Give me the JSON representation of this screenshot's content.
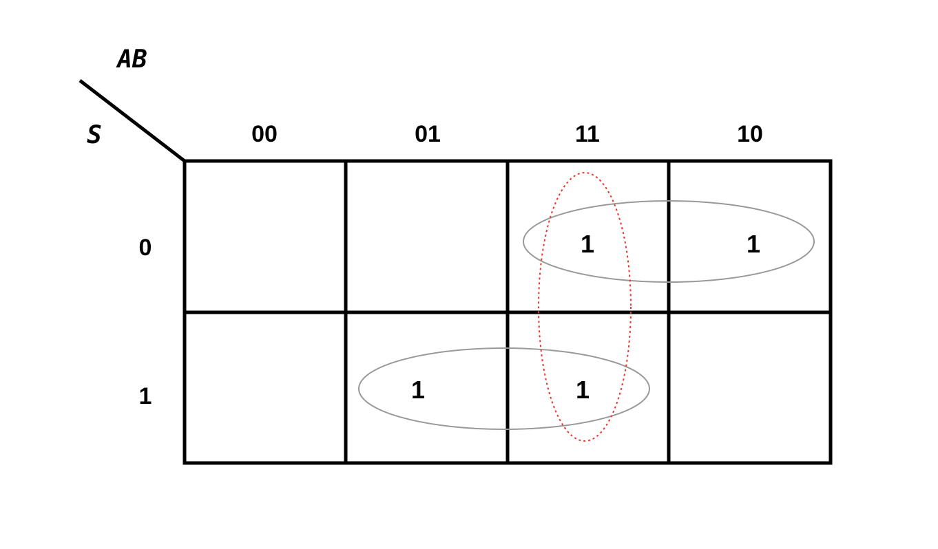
{
  "kmap": {
    "col_variables": "AB",
    "row_variables": "S",
    "col_headers": [
      "00",
      "01",
      "11",
      "10"
    ],
    "row_headers": [
      "0",
      "1"
    ],
    "cells": [
      [
        "",
        "",
        "1",
        "1"
      ],
      [
        "",
        "1",
        "1",
        ""
      ]
    ],
    "colors": {
      "grid": "#000000",
      "solid_loop": "#999999",
      "dotted_loop": "#e8392e"
    }
  }
}
